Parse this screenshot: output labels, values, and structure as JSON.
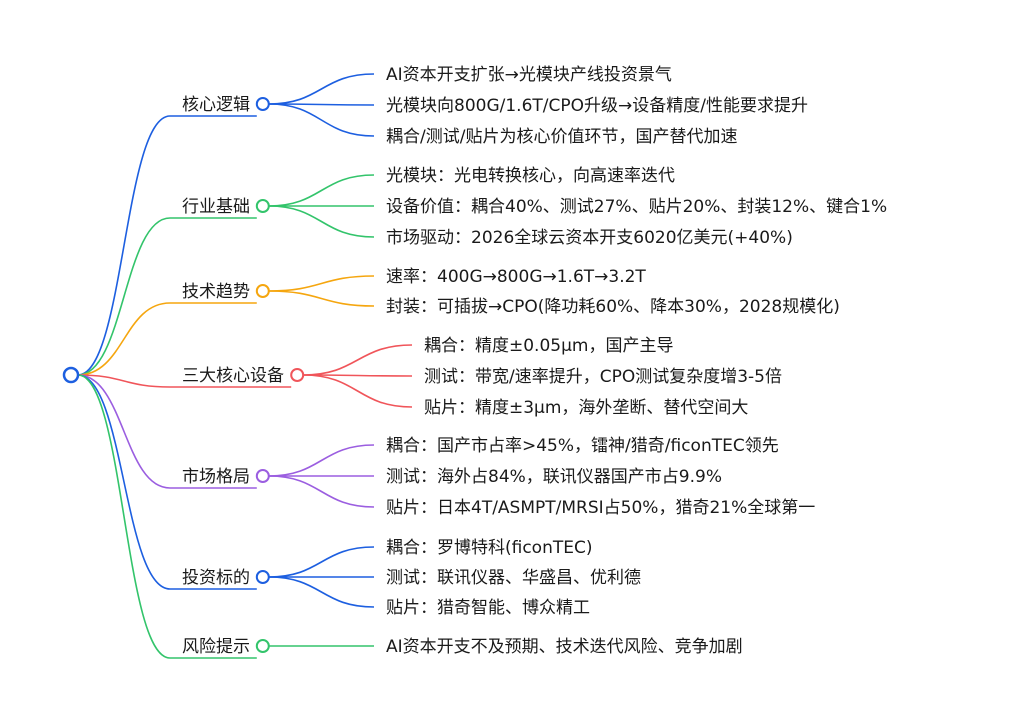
{
  "mindmap": {
    "branches": [
      {
        "label": "核心逻辑",
        "color": "#1d5fe0",
        "children": [
          "AI资本开支扩张→光模块产线投资景气",
          "光模块向800G/1.6T/CPO升级→设备精度/性能要求提升",
          "耦合/测试/贴片为核心价值环节，国产替代加速"
        ]
      },
      {
        "label": "行业基础",
        "color": "#33c46b",
        "children": [
          "光模块：光电转换核心，向高速率迭代",
          "设备价值：耦合40%、测试27%、贴片20%、封装12%、键合1%",
          "市场驱动：2026全球云资本开支6020亿美元(+40%)"
        ]
      },
      {
        "label": "技术趋势",
        "color": "#f5a60f",
        "children": [
          "速率：400G→800G→1.6T→3.2T",
          "封装：可插拔→CPO(降功耗60%、降本30%，2028规模化)"
        ]
      },
      {
        "label": "三大核心设备",
        "color": "#f0555a",
        "children": [
          "耦合：精度±0.05μm，国产主导",
          "测试：带宽/速率提升，CPO测试复杂度增3-5倍",
          "贴片：精度±3μm，海外垄断、替代空间大"
        ]
      },
      {
        "label": "市场格局",
        "color": "#9b5ee0",
        "children": [
          "耦合：国产市占率>45%，镭神/猎奇/ficonTEC领先",
          "测试：海外占84%，联讯仪器国产市占9.9%",
          "贴片：日本4T/ASMPT/MRSI占50%，猎奇21%全球第一"
        ]
      },
      {
        "label": "投资标的",
        "color": "#1d5fe0",
        "children": [
          "耦合：罗博特科(ficonTEC)",
          "测试：联讯仪器、华盛昌、优利德",
          "贴片：猎奇智能、博众精工"
        ]
      },
      {
        "label": "风险提示",
        "color": "#33c46b",
        "children": [
          "AI资本开支不及预期、技术迭代风险、竞争加剧"
        ]
      }
    ]
  }
}
